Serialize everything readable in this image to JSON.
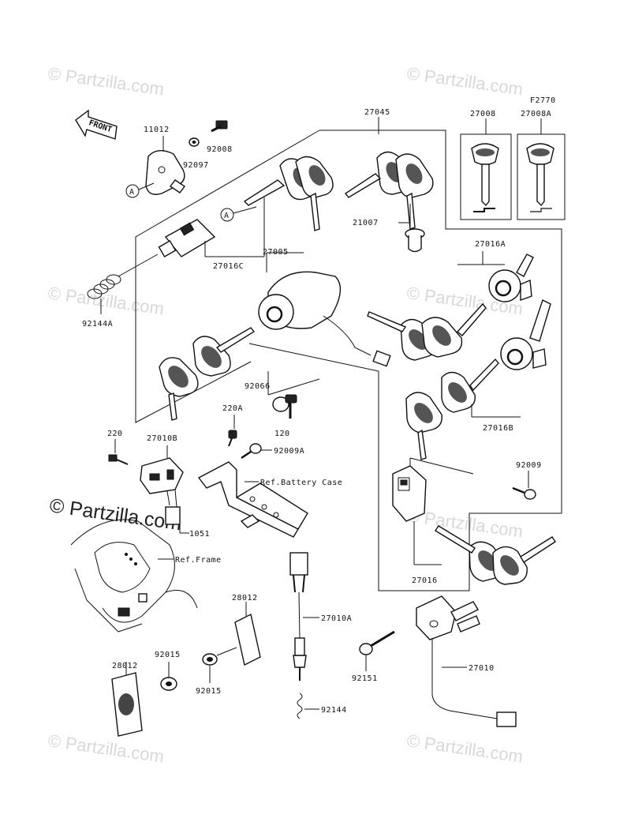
{
  "figure_code": "F2770",
  "front_arrow": "FRONT",
  "watermark": "© Partzilla.com",
  "parts": {
    "p11012": "11012",
    "p92008": "92008",
    "p92097": "92097",
    "p27045": "27045",
    "p27008": "27008",
    "p27008A": "27008A",
    "p21007": "21007",
    "p27016C": "27016C",
    "p27005": "27005",
    "p92144A": "92144A",
    "p27016A": "27016A",
    "p92066": "92066",
    "p220A": "220A",
    "p220": "220",
    "p27010B": "27010B",
    "p120": "120",
    "p92009A": "92009A",
    "p27016B": "27016B",
    "p92009": "92009",
    "p1051": "1051",
    "p27016": "27016",
    "p28012a": "28012",
    "p28012b": "28012",
    "p27010A": "27010A",
    "p92015a": "92015",
    "p92015b": "92015",
    "p92151": "92151",
    "p27010": "27010",
    "p92144": "92144"
  },
  "refs": {
    "battery": "Ref.Battery Case",
    "frame": "Ref.Frame"
  },
  "callout": "A"
}
